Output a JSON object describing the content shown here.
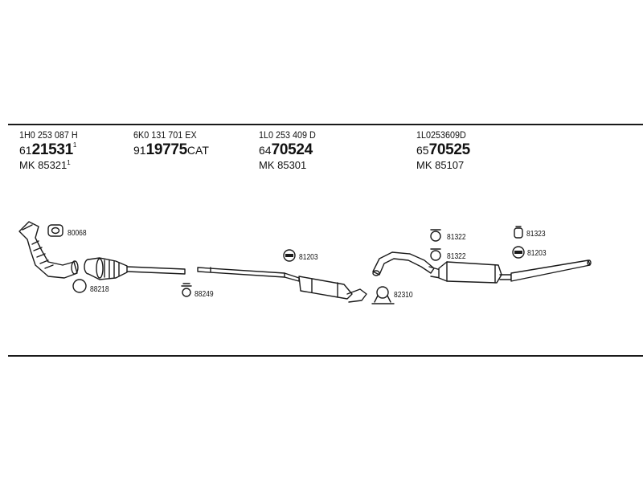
{
  "parts": [
    {
      "oe": "1H0 253 087 H",
      "prefix": "61",
      "number": "21531",
      "suffix": "",
      "sup": "1",
      "mk": "MK 85321",
      "mk_sup": "1"
    },
    {
      "oe": "6K0 131 701 EX",
      "prefix": "91",
      "number": "19775",
      "suffix": "CAT",
      "sup": "",
      "mk": "",
      "mk_sup": ""
    },
    {
      "oe": "1L0 253 409 D",
      "prefix": "64",
      "number": "70524",
      "suffix": "",
      "sup": "",
      "mk": "MK 85301",
      "mk_sup": ""
    },
    {
      "oe": "1L0253609D",
      "prefix": "65",
      "number": "70525",
      "suffix": "",
      "sup": "",
      "mk": "MK 85107",
      "mk_sup": ""
    }
  ],
  "labels": {
    "l80068": "80068",
    "l88218": "88218",
    "l88249": "88249",
    "l81203a": "81203",
    "l82310": "82310",
    "l81322a": "81322",
    "l81322b": "81322",
    "l81323": "81323",
    "l81203b": "81203"
  }
}
